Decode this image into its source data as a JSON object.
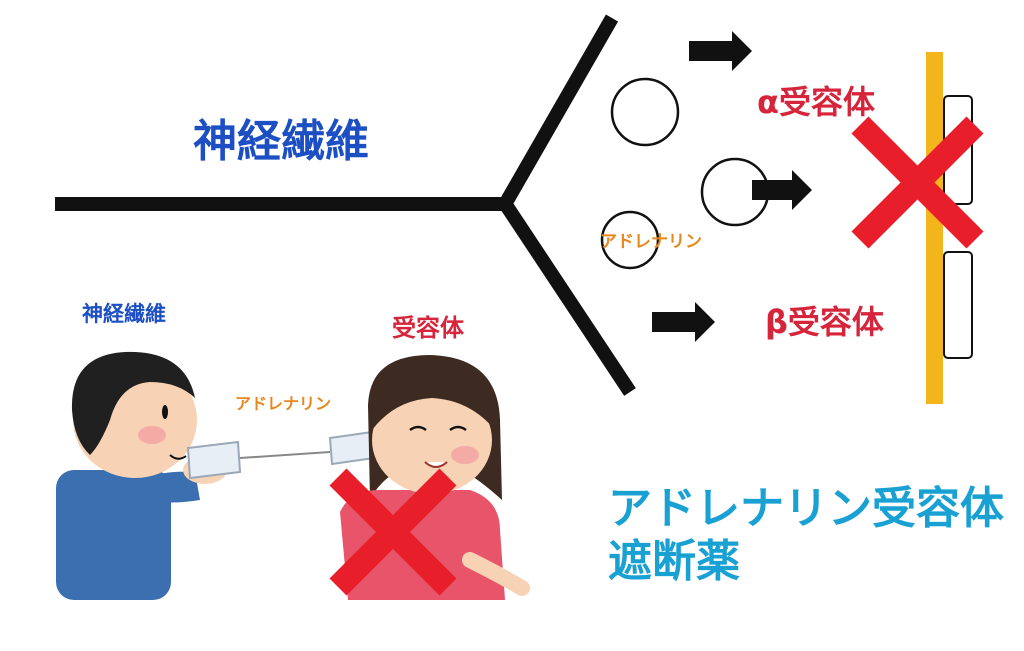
{
  "labels": {
    "nerve_fiber": "神経繊維",
    "alpha_receptor": "α受容体",
    "beta_receptor": "β受容体",
    "adrenaline": "アドレナリン",
    "nerve_fiber_small": "神経繊維",
    "receptor_small": "受容体",
    "adrenaline_small": "アドレナリン",
    "drug_line1": "アドレナリン受容体",
    "drug_line2": "遮断薬"
  },
  "colors": {
    "nerve_blue": "#1d4fc4",
    "receptor_red": "#d6243b",
    "adrenaline_orange": "#e8861c",
    "drug_teal": "#1aa1d4",
    "membrane_yellow": "#f2b51b",
    "cross_red": "#e81e2a"
  },
  "icons": [
    "nerve-fiber-line-icon",
    "adrenaline-molecule-icon",
    "arrow-right-icon",
    "cross-mark-icon",
    "boy-icon",
    "girl-icon",
    "cup-phone-icon"
  ]
}
